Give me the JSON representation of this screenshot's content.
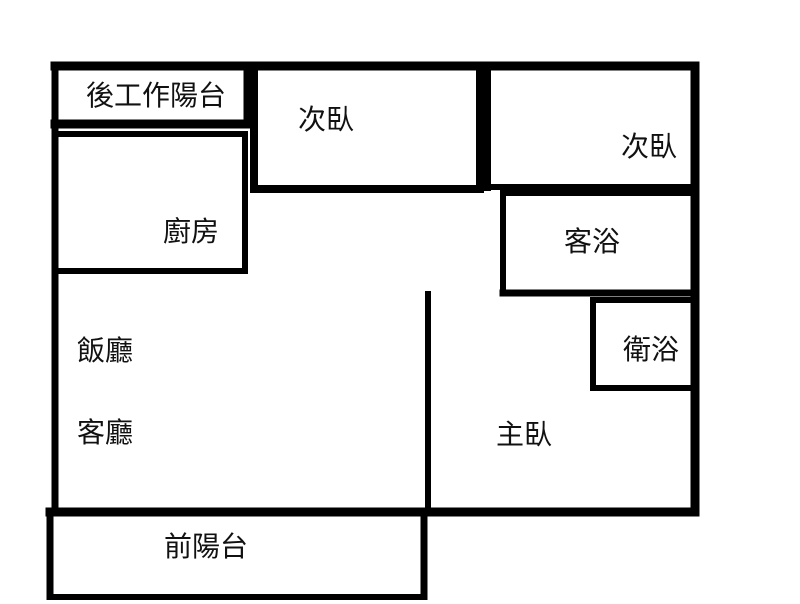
{
  "floorplan": {
    "line_color": "#000000",
    "background": "#ffffff",
    "rooms": {
      "rear_balcony": "後工作陽台",
      "bedroom_2_left": "次臥",
      "bedroom_2_right": "次臥",
      "kitchen": "廚房",
      "guest_bathroom": "客浴",
      "bathroom": "衛浴",
      "dining_room": "飯廳",
      "living_room": "客廳",
      "master_bedroom": "主臥",
      "front_balcony": "前陽台"
    }
  }
}
